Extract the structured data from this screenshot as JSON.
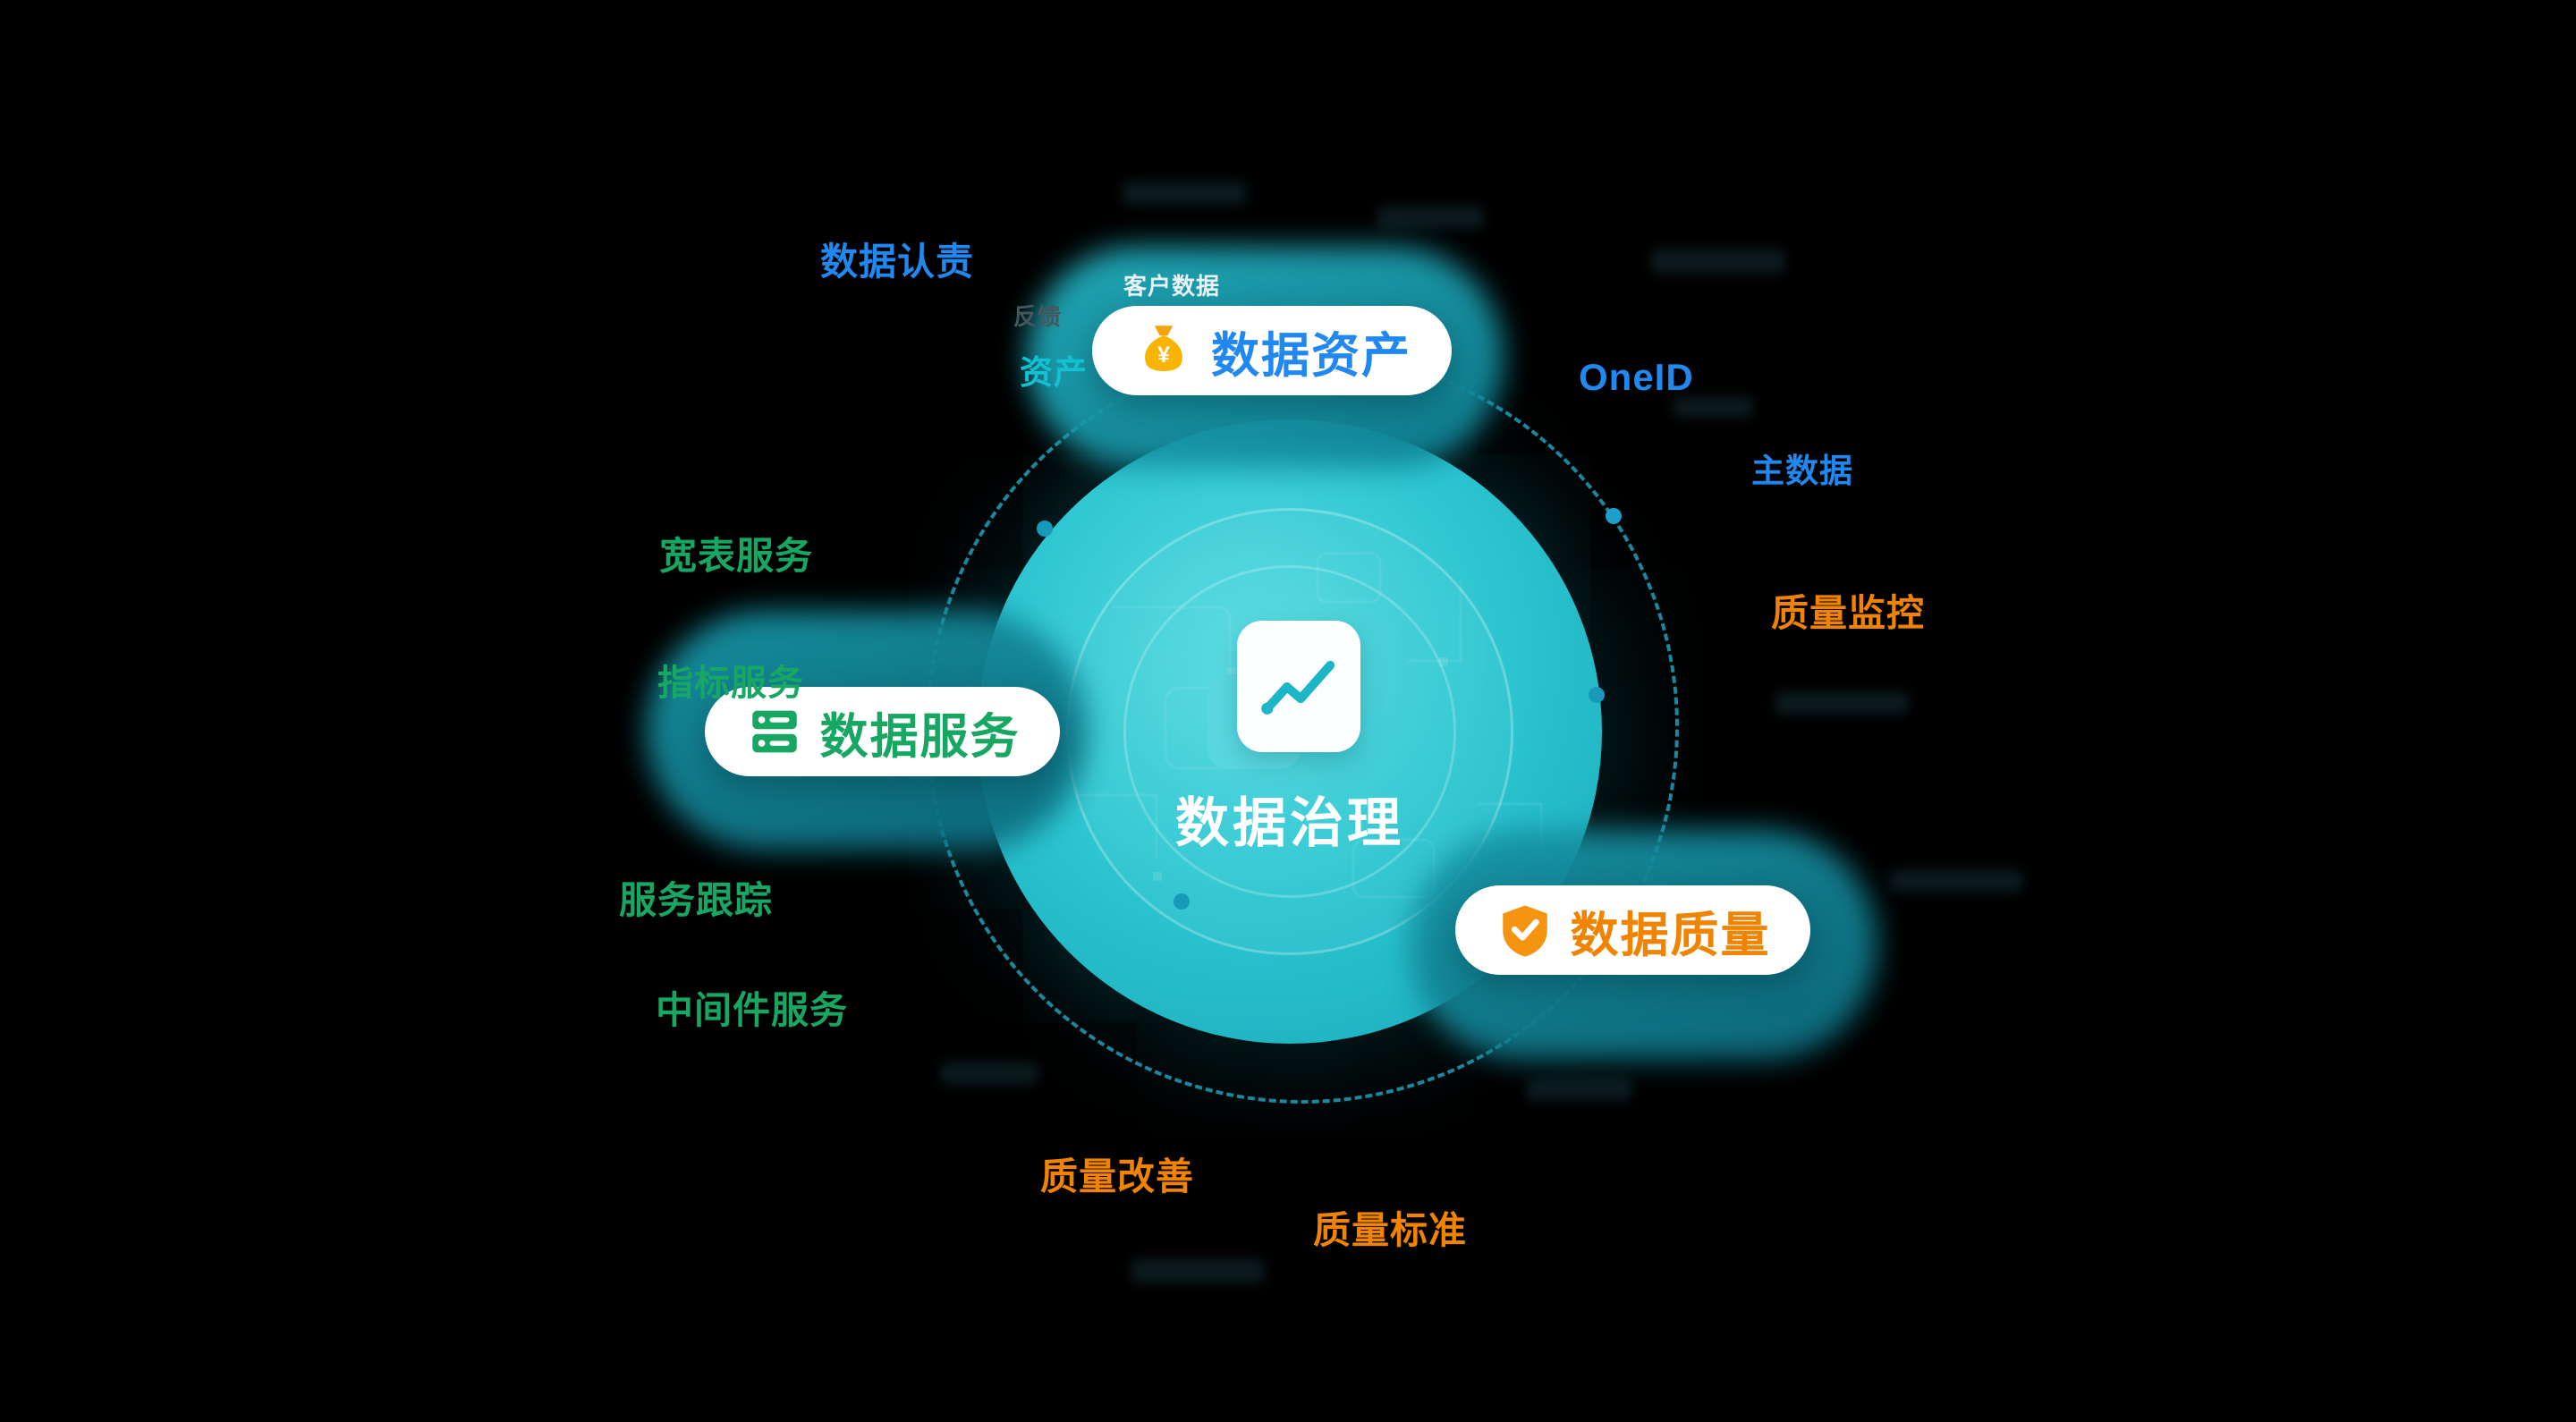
{
  "diagram_title": "数据治理",
  "center": {
    "label": "数据治理",
    "icon": "trend-chart-icon"
  },
  "cards": {
    "asset": {
      "label": "数据资产",
      "icon": "money-bag-icon",
      "color": "#2188ef"
    },
    "service": {
      "label": "数据服务",
      "icon": "data-stack-icon",
      "color": "#18a663"
    },
    "quality": {
      "label": "数据质量",
      "icon": "shield-check-icon",
      "color": "#f08300"
    }
  },
  "labels": {
    "data_ownership": "数据认责",
    "one_id": "OneID",
    "master_data": "主数据",
    "quality_monitoring": "质量监控",
    "quality_improvement": "质量改善",
    "quality_standard": "质量标准",
    "wide_table_service": "宽表服务",
    "indicator_service": "指标服务",
    "service_tracking": "服务跟踪",
    "middleware_service": "中间件服务",
    "customer_data": "客户数据",
    "asset_partial": "资产",
    "feedback": "反馈"
  },
  "colors": {
    "background": "#000000",
    "core_teal": "#2cc5d0",
    "blue": "#2188ef",
    "green": "#18a663",
    "orange": "#f08300"
  }
}
